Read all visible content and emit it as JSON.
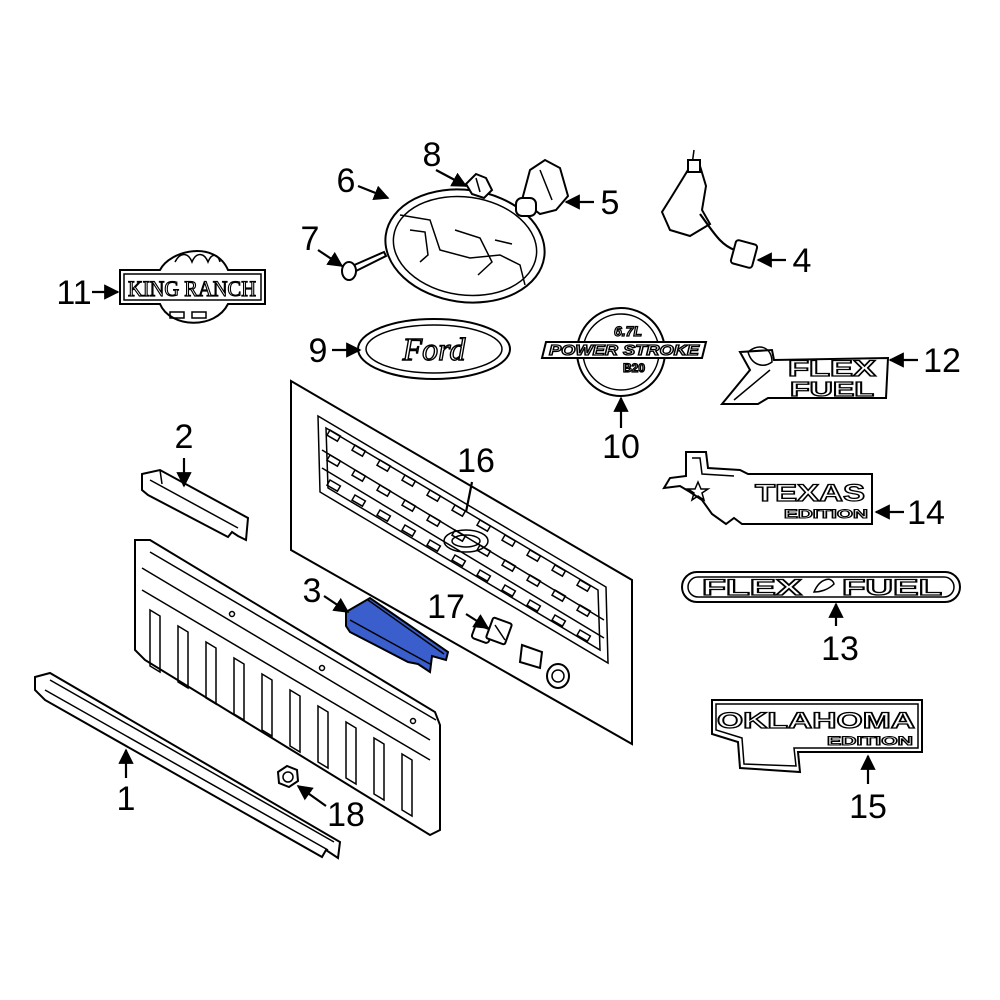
{
  "diagram": {
    "callouts": {
      "c1": "1",
      "c2": "2",
      "c3": "3",
      "c4": "4",
      "c5": "5",
      "c6": "6",
      "c7": "7",
      "c8": "8",
      "c9": "9",
      "c10": "10",
      "c11": "11",
      "c12": "12",
      "c13": "13",
      "c14": "14",
      "c15": "15",
      "c16": "16",
      "c17": "17",
      "c18": "18"
    },
    "badges": {
      "king_ranch": "KING RANCH",
      "ford": "Ford",
      "powerstroke_size": "6.7L",
      "powerstroke_name": "POWER STROKE",
      "powerstroke_fuel": "B20",
      "flex_fuel_12_line1": "FLEX",
      "flex_fuel_12_line2": "FUEL",
      "texas_line1": "TEXAS",
      "texas_line2": "EDITION",
      "flex_fuel_13_word1": "FLEX",
      "flex_fuel_13_word2": "FUEL",
      "oklahoma_line1": "OKLAHOMA",
      "oklahoma_line2": "EDITION"
    },
    "highlight_color": "#3a5fcd"
  }
}
